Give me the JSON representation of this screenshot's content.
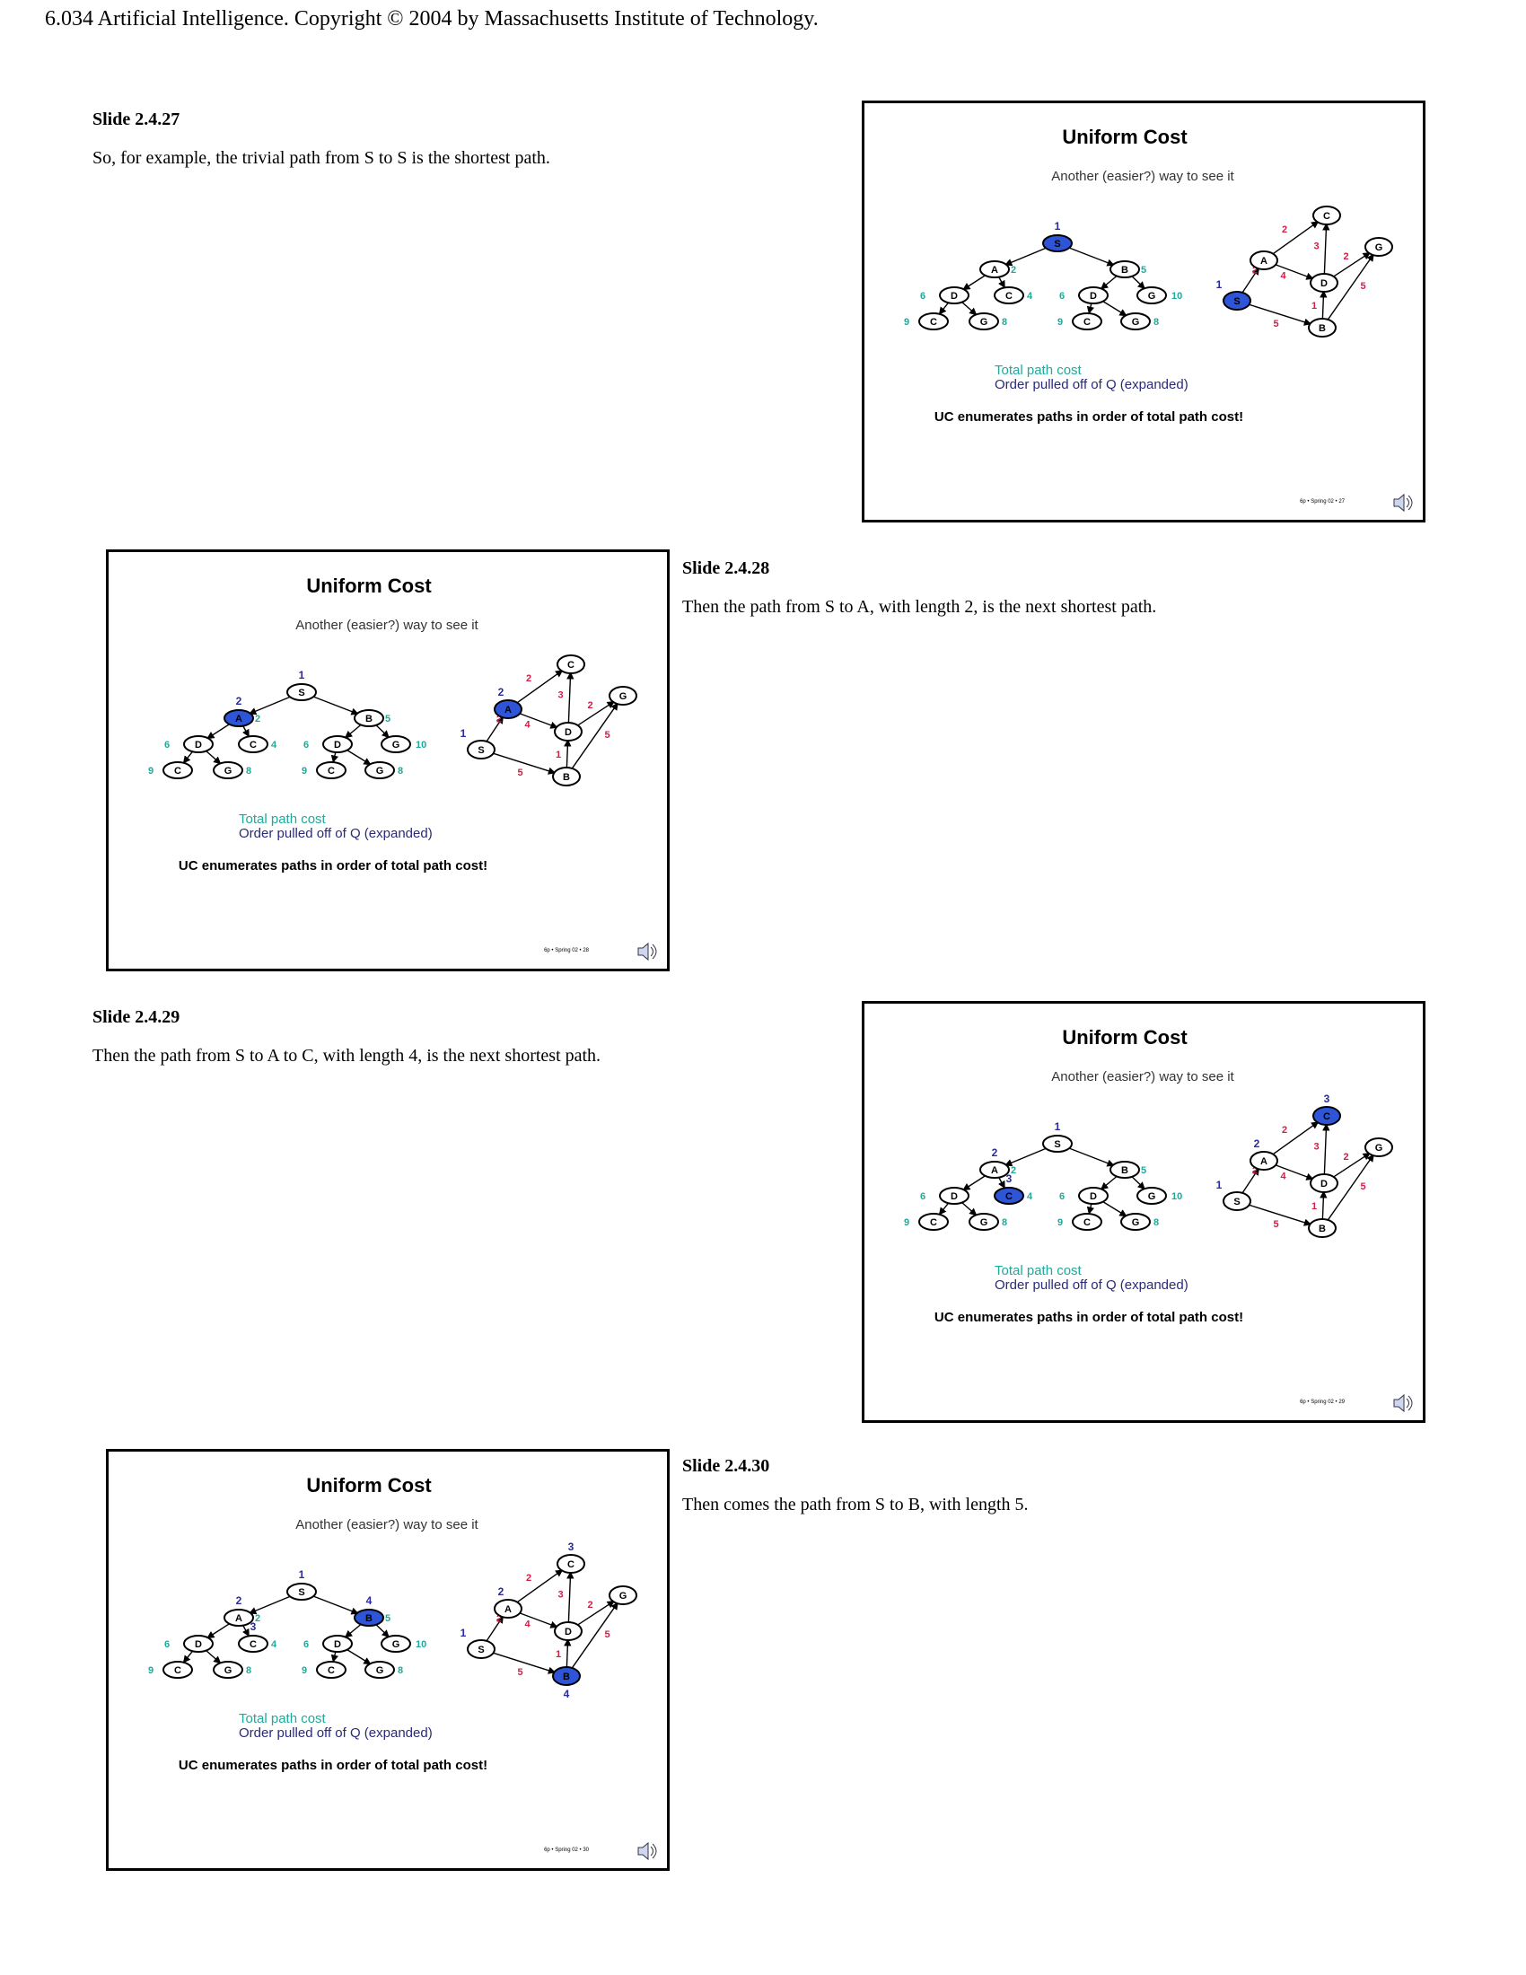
{
  "header": "6.034 Artificial Intelligence. Copyright © 2004 by Massachusetts Institute of Technology.",
  "slides": [
    {
      "heading": "Slide 2.4.27",
      "text": "So, for example, the trivial path from S to S is the shortest path.",
      "footer": "6p • Spring 02 • 27",
      "tree_selected": [
        "S"
      ],
      "tree_orders": {
        "S": "1"
      },
      "graph_selected": [
        "S"
      ],
      "graph_orders": {
        "S": "1"
      }
    },
    {
      "heading": "Slide 2.4.28",
      "text": "Then the path from S to A, with length 2, is the next shortest path.",
      "footer": "6p • Spring 02 • 28",
      "tree_selected": [
        "A"
      ],
      "tree_orders": {
        "S": "1",
        "A": "2"
      },
      "graph_selected": [
        "A"
      ],
      "graph_orders": {
        "S": "1",
        "A": "2"
      }
    },
    {
      "heading": "Slide 2.4.29",
      "text": "Then the path from S to A to C, with length 4, is the next shortest path.",
      "footer": "6p • Spring 02 • 29",
      "tree_selected": [
        "C1"
      ],
      "tree_orders": {
        "S": "1",
        "A": "2",
        "C1": "3"
      },
      "graph_selected": [
        "C"
      ],
      "graph_orders": {
        "S": "1",
        "A": "2",
        "C": "3"
      }
    },
    {
      "heading": "Slide 2.4.30",
      "text": "Then comes the path from S to B, with length 5.",
      "footer": "6p • Spring 02 • 30",
      "tree_selected": [
        "B"
      ],
      "tree_orders": {
        "S": "1",
        "A": "2",
        "C1": "3",
        "B": "4"
      },
      "graph_selected": [
        "B"
      ],
      "graph_orders": {
        "S": "1",
        "A": "2",
        "C": "3",
        "B": "4"
      }
    }
  ],
  "slide_common": {
    "title": "Uniform Cost",
    "subtitle": "Another (easier?) way to see it",
    "legend_cost": "Total path cost",
    "legend_order": "Order pulled off of Q (expanded)",
    "note": "UC enumerates paths in order of total path cost!"
  },
  "tree": {
    "nodes": [
      {
        "id": "S",
        "label": "S",
        "cost": ""
      },
      {
        "id": "A",
        "label": "A",
        "cost": "2"
      },
      {
        "id": "B",
        "label": "B",
        "cost": "5"
      },
      {
        "id": "D1",
        "label": "D",
        "cost": "6"
      },
      {
        "id": "C1",
        "label": "C",
        "cost": "4"
      },
      {
        "id": "D2",
        "label": "D",
        "cost": "6"
      },
      {
        "id": "G1",
        "label": "G",
        "cost": "10"
      },
      {
        "id": "C2",
        "label": "C",
        "cost": "9"
      },
      {
        "id": "G2",
        "label": "G",
        "cost": "8"
      },
      {
        "id": "C3",
        "label": "C",
        "cost": "9"
      },
      {
        "id": "G3",
        "label": "G",
        "cost": "8"
      }
    ]
  },
  "graph": {
    "nodes": [
      {
        "id": "S",
        "label": "S"
      },
      {
        "id": "A",
        "label": "A"
      },
      {
        "id": "C",
        "label": "C"
      },
      {
        "id": "D",
        "label": "D"
      },
      {
        "id": "G",
        "label": "G"
      },
      {
        "id": "B",
        "label": "B"
      }
    ],
    "edges": [
      {
        "from": "S",
        "to": "A",
        "weight": "2"
      },
      {
        "from": "S",
        "to": "B",
        "weight": "5"
      },
      {
        "from": "A",
        "to": "C",
        "weight": "2"
      },
      {
        "from": "A",
        "to": "D",
        "weight": "4"
      },
      {
        "from": "D",
        "to": "C",
        "weight": "3"
      },
      {
        "from": "D",
        "to": "G",
        "weight": "2"
      },
      {
        "from": "B",
        "to": "D",
        "weight": "1"
      },
      {
        "from": "B",
        "to": "G",
        "weight": "5"
      }
    ]
  },
  "colors": {
    "selected_node": "#2e55d8",
    "cost_text": "#21a99a",
    "order_text": "#2a2a9a",
    "edge_weight": "#d0204a"
  }
}
